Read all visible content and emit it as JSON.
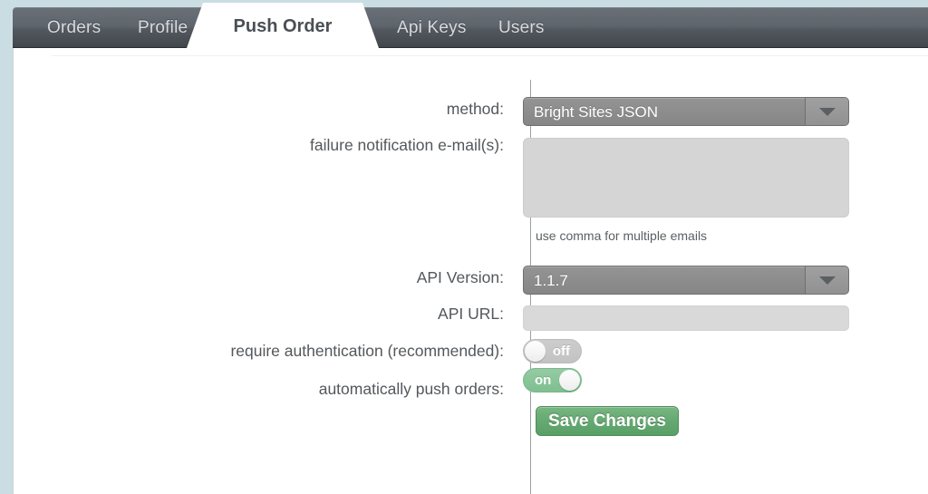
{
  "theme": {
    "page_background": "#c9dde2",
    "tabbar_dark": "#5b6168",
    "panel_background": "#ffffff",
    "label_color": "#53585c",
    "select_background": "#8d8d8d",
    "input_background": "#d5d5d5",
    "toggle_on_color": "#7fbf90",
    "toggle_off_color": "#c5c5c5",
    "save_button_color": "#65a871"
  },
  "tabs": [
    {
      "label": "Orders",
      "active": false
    },
    {
      "label": "Profile",
      "active": false
    },
    {
      "label": "Push Order",
      "active": true
    },
    {
      "label": "Api Keys",
      "active": false
    },
    {
      "label": "Users",
      "active": false
    }
  ],
  "form": {
    "method": {
      "label": "method:",
      "value": "Bright Sites JSON",
      "arrow_icon": "chevron-down-icon"
    },
    "failure_emails": {
      "label": "failure notification e-mail(s):",
      "value": "",
      "placeholder": "",
      "hint": "use comma for multiple emails"
    },
    "api_version": {
      "label": "API Version:",
      "value": "1.1.7",
      "arrow_icon": "chevron-down-icon"
    },
    "api_url": {
      "label": "API URL:",
      "value": "",
      "placeholder": ""
    },
    "require_auth": {
      "label": "require authentication (recommended):",
      "state": "off",
      "state_label": "off"
    },
    "auto_push": {
      "label": "automatically push orders:",
      "state": "on",
      "state_label": "on"
    },
    "save": {
      "label": "Save Changes"
    }
  }
}
